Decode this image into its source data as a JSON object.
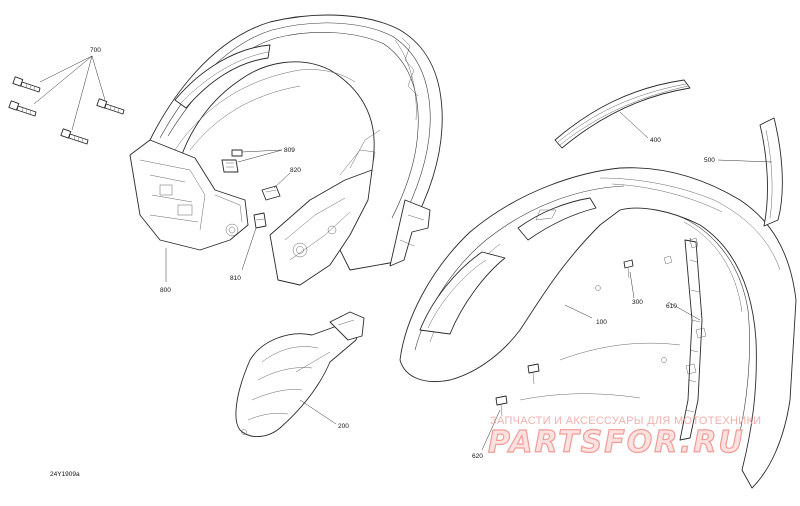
{
  "diagram": {
    "drawing_id": "24Y1909a",
    "callouts": {
      "c700": "700",
      "c800": "800",
      "c809": "809",
      "c810": "810",
      "c820": "820",
      "c200": "200",
      "c100": "100",
      "c300": "300",
      "c400": "400",
      "c500": "500",
      "c610": "610",
      "c620": "620"
    }
  },
  "watermark": {
    "tagline": "ЗАПЧАСТИ И АКСЕССУАРЫ ДЛЯ МОТОТЕХНИКИ",
    "brand": "PARTSFOR.RU"
  }
}
